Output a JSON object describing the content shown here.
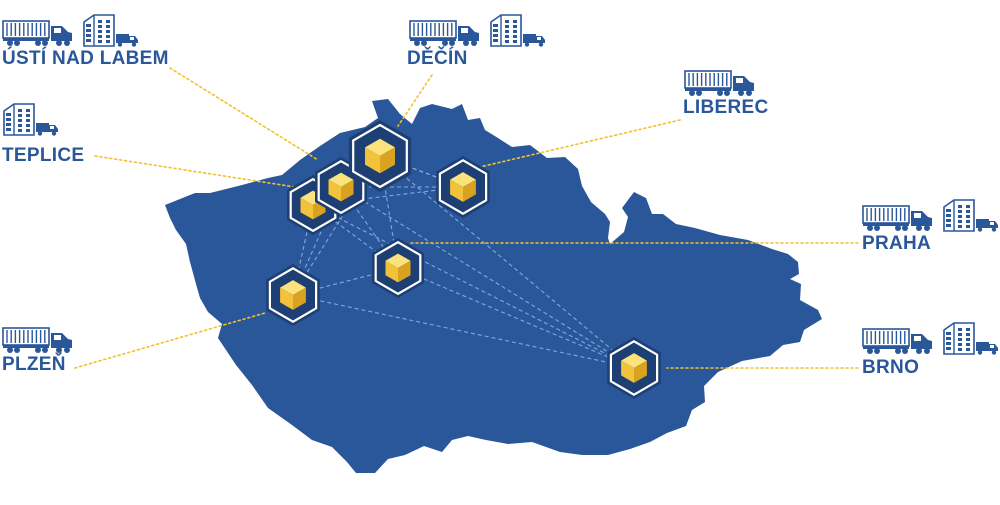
{
  "colors": {
    "map_fill": "#2a579a",
    "label": "#2a579a",
    "connector": "#f2c02a",
    "route": "#8fb0de",
    "hub_outer": "#1e3f73",
    "hub_ring": "#ffffff",
    "cube_top": "#fbe27a",
    "cube_left": "#f2c23a",
    "cube_right": "#d9a21f",
    "vehicle": "#2a579a"
  },
  "icons": {
    "truck": "truck-icon",
    "warehouse": "warehouse-icon",
    "hub": "warehouse-hub-icon",
    "cube": "cube-icon"
  },
  "cities": [
    {
      "id": "usti",
      "name": "ÚSTÍ NAD LABEM",
      "icons": [
        "truck-icon",
        "warehouse-icon"
      ]
    },
    {
      "id": "decin",
      "name": "DĚČÍN",
      "icons": [
        "truck-icon",
        "warehouse-icon"
      ]
    },
    {
      "id": "liberec",
      "name": "LIBEREC",
      "icons": [
        "truck-icon"
      ]
    },
    {
      "id": "teplice",
      "name": "TEPLICE",
      "icons": [
        "warehouse-icon"
      ]
    },
    {
      "id": "praha",
      "name": "PRAHA",
      "icons": [
        "truck-icon",
        "warehouse-icon"
      ]
    },
    {
      "id": "plzen",
      "name": "PLZEŇ",
      "icons": [
        "truck-icon"
      ]
    },
    {
      "id": "brno",
      "name": "BRNO",
      "icons": [
        "truck-icon",
        "warehouse-icon"
      ]
    }
  ]
}
